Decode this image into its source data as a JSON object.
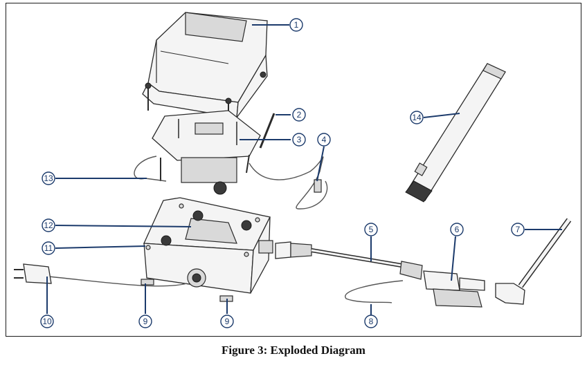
{
  "caption": "Figure 3: Exploded Diagram",
  "callouts": [
    {
      "id": "callout-1",
      "label": "1"
    },
    {
      "id": "callout-2",
      "label": "2"
    },
    {
      "id": "callout-3",
      "label": "3"
    },
    {
      "id": "callout-4",
      "label": "4"
    },
    {
      "id": "callout-5",
      "label": "5"
    },
    {
      "id": "callout-6",
      "label": "6"
    },
    {
      "id": "callout-7",
      "label": "7"
    },
    {
      "id": "callout-8",
      "label": "8"
    },
    {
      "id": "callout-9a",
      "label": "9"
    },
    {
      "id": "callout-9b",
      "label": "9"
    },
    {
      "id": "callout-10",
      "label": "10"
    },
    {
      "id": "callout-11",
      "label": "11"
    },
    {
      "id": "callout-12",
      "label": "12"
    },
    {
      "id": "callout-13",
      "label": "13"
    },
    {
      "id": "callout-14",
      "label": "14"
    }
  ],
  "colors": {
    "leader": "#1b3a6b",
    "outline": "#2a2a2a"
  }
}
